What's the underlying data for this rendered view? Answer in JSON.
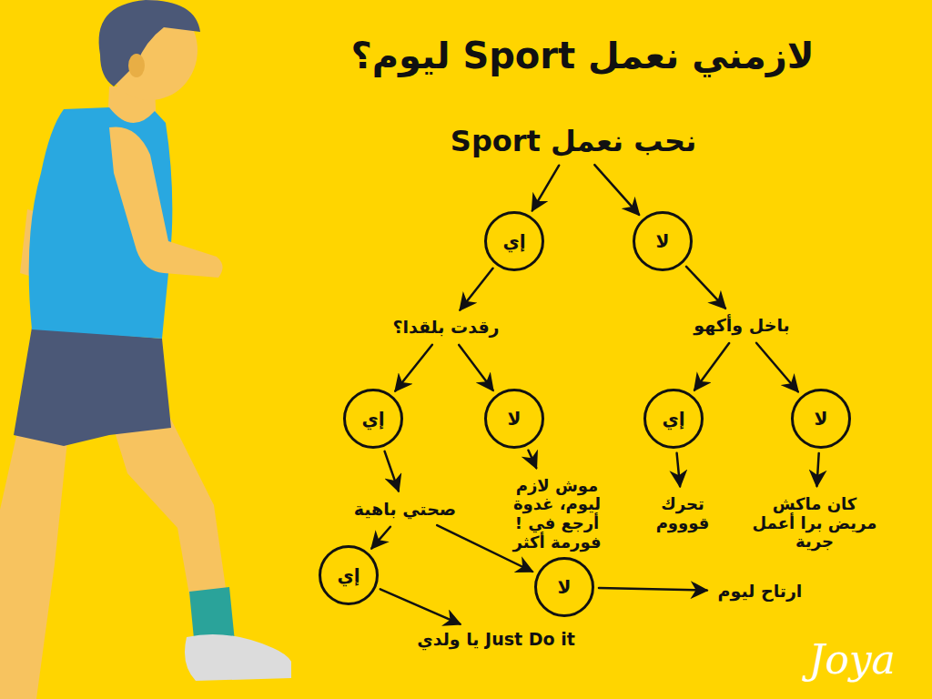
{
  "diagram": {
    "title": "لازمني نعمل Sport ليوم؟",
    "nodes": [
      {
        "text": [
          "نحب نعمل Sport"
        ]
      },
      {
        "text": [
          "إي"
        ]
      },
      {
        "text": [
          "لا"
        ]
      },
      {
        "text": [
          "رقدت بلقدا؟"
        ]
      },
      {
        "text": [
          "باخل وأكهو"
        ]
      },
      {
        "text": [
          "إي"
        ]
      },
      {
        "text": [
          "لا"
        ]
      },
      {
        "text": [
          "إي"
        ]
      },
      {
        "text": [
          "لا"
        ]
      },
      {
        "text": [
          "صحتي باهية"
        ]
      },
      {
        "text": [
          "موش لازم ليوم، غدوة أرجع في ! فورمة أكثر"
        ]
      },
      {
        "text": [
          "تحرك قوووم"
        ]
      },
      {
        "text": [
          "كان ماكش مريض برا أعمل جرية"
        ]
      },
      {
        "text": [
          "إي"
        ]
      },
      {
        "text": [
          "لا"
        ]
      },
      {
        "text": [
          "ارتاح ليوم"
        ]
      },
      {
        "text": [
          "Just Do it يا ولدي"
        ]
      }
    ],
    "edges": [
      {
        "from": 0,
        "to": 1,
        "arrow": "to"
      },
      {
        "from": 0,
        "to": 2,
        "arrow": "to"
      },
      {
        "from": 1,
        "to": 3,
        "arrow": "to"
      },
      {
        "from": 2,
        "to": 4,
        "arrow": "to"
      },
      {
        "from": 3,
        "to": 5,
        "arrow": "to"
      },
      {
        "from": 3,
        "to": 6,
        "arrow": "to"
      },
      {
        "from": 4,
        "to": 7,
        "arrow": "to"
      },
      {
        "from": 4,
        "to": 8,
        "arrow": "to"
      },
      {
        "from": 5,
        "to": 9,
        "arrow": "to"
      },
      {
        "from": 6,
        "to": 10,
        "arrow": "to"
      },
      {
        "from": 7,
        "to": 11,
        "arrow": "to"
      },
      {
        "from": 8,
        "to": 12,
        "arrow": "to"
      },
      {
        "from": 9,
        "to": 13,
        "arrow": "to"
      },
      {
        "from": 9,
        "to": 14,
        "arrow": "to"
      },
      {
        "from": 13,
        "to": 16,
        "arrow": "to"
      },
      {
        "from": 14,
        "to": 15,
        "arrow": "to"
      }
    ],
    "labels": [
      "Joya"
    ]
  }
}
